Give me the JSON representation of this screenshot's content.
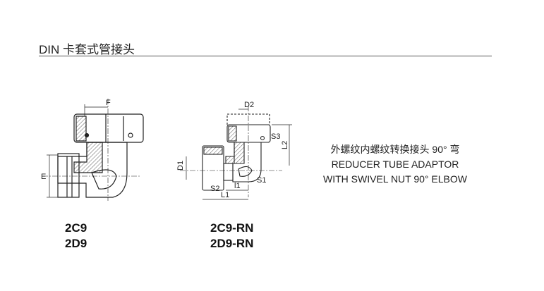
{
  "header": {
    "title": "DIN 卡套式管接头"
  },
  "products": [
    {
      "codes": [
        "2C9",
        "2D9"
      ],
      "dims": {
        "f": "F",
        "e": "E"
      }
    },
    {
      "codes": [
        "2C9-RN",
        "2D9-RN"
      ],
      "dims": {
        "d1": "D1",
        "d2": "D2",
        "s1": "S1",
        "s2": "S2",
        "s3": "S3",
        "l1": "L1",
        "l2": "L2",
        "l1_small": "l1"
      }
    }
  ],
  "description": {
    "cn": "外螺纹内螺纹转换接头 90° 弯",
    "en_line1": "REDUCER TUBE ADAPTOR",
    "en_line2": "WITH SWIVEL NUT 90° ELBOW"
  }
}
